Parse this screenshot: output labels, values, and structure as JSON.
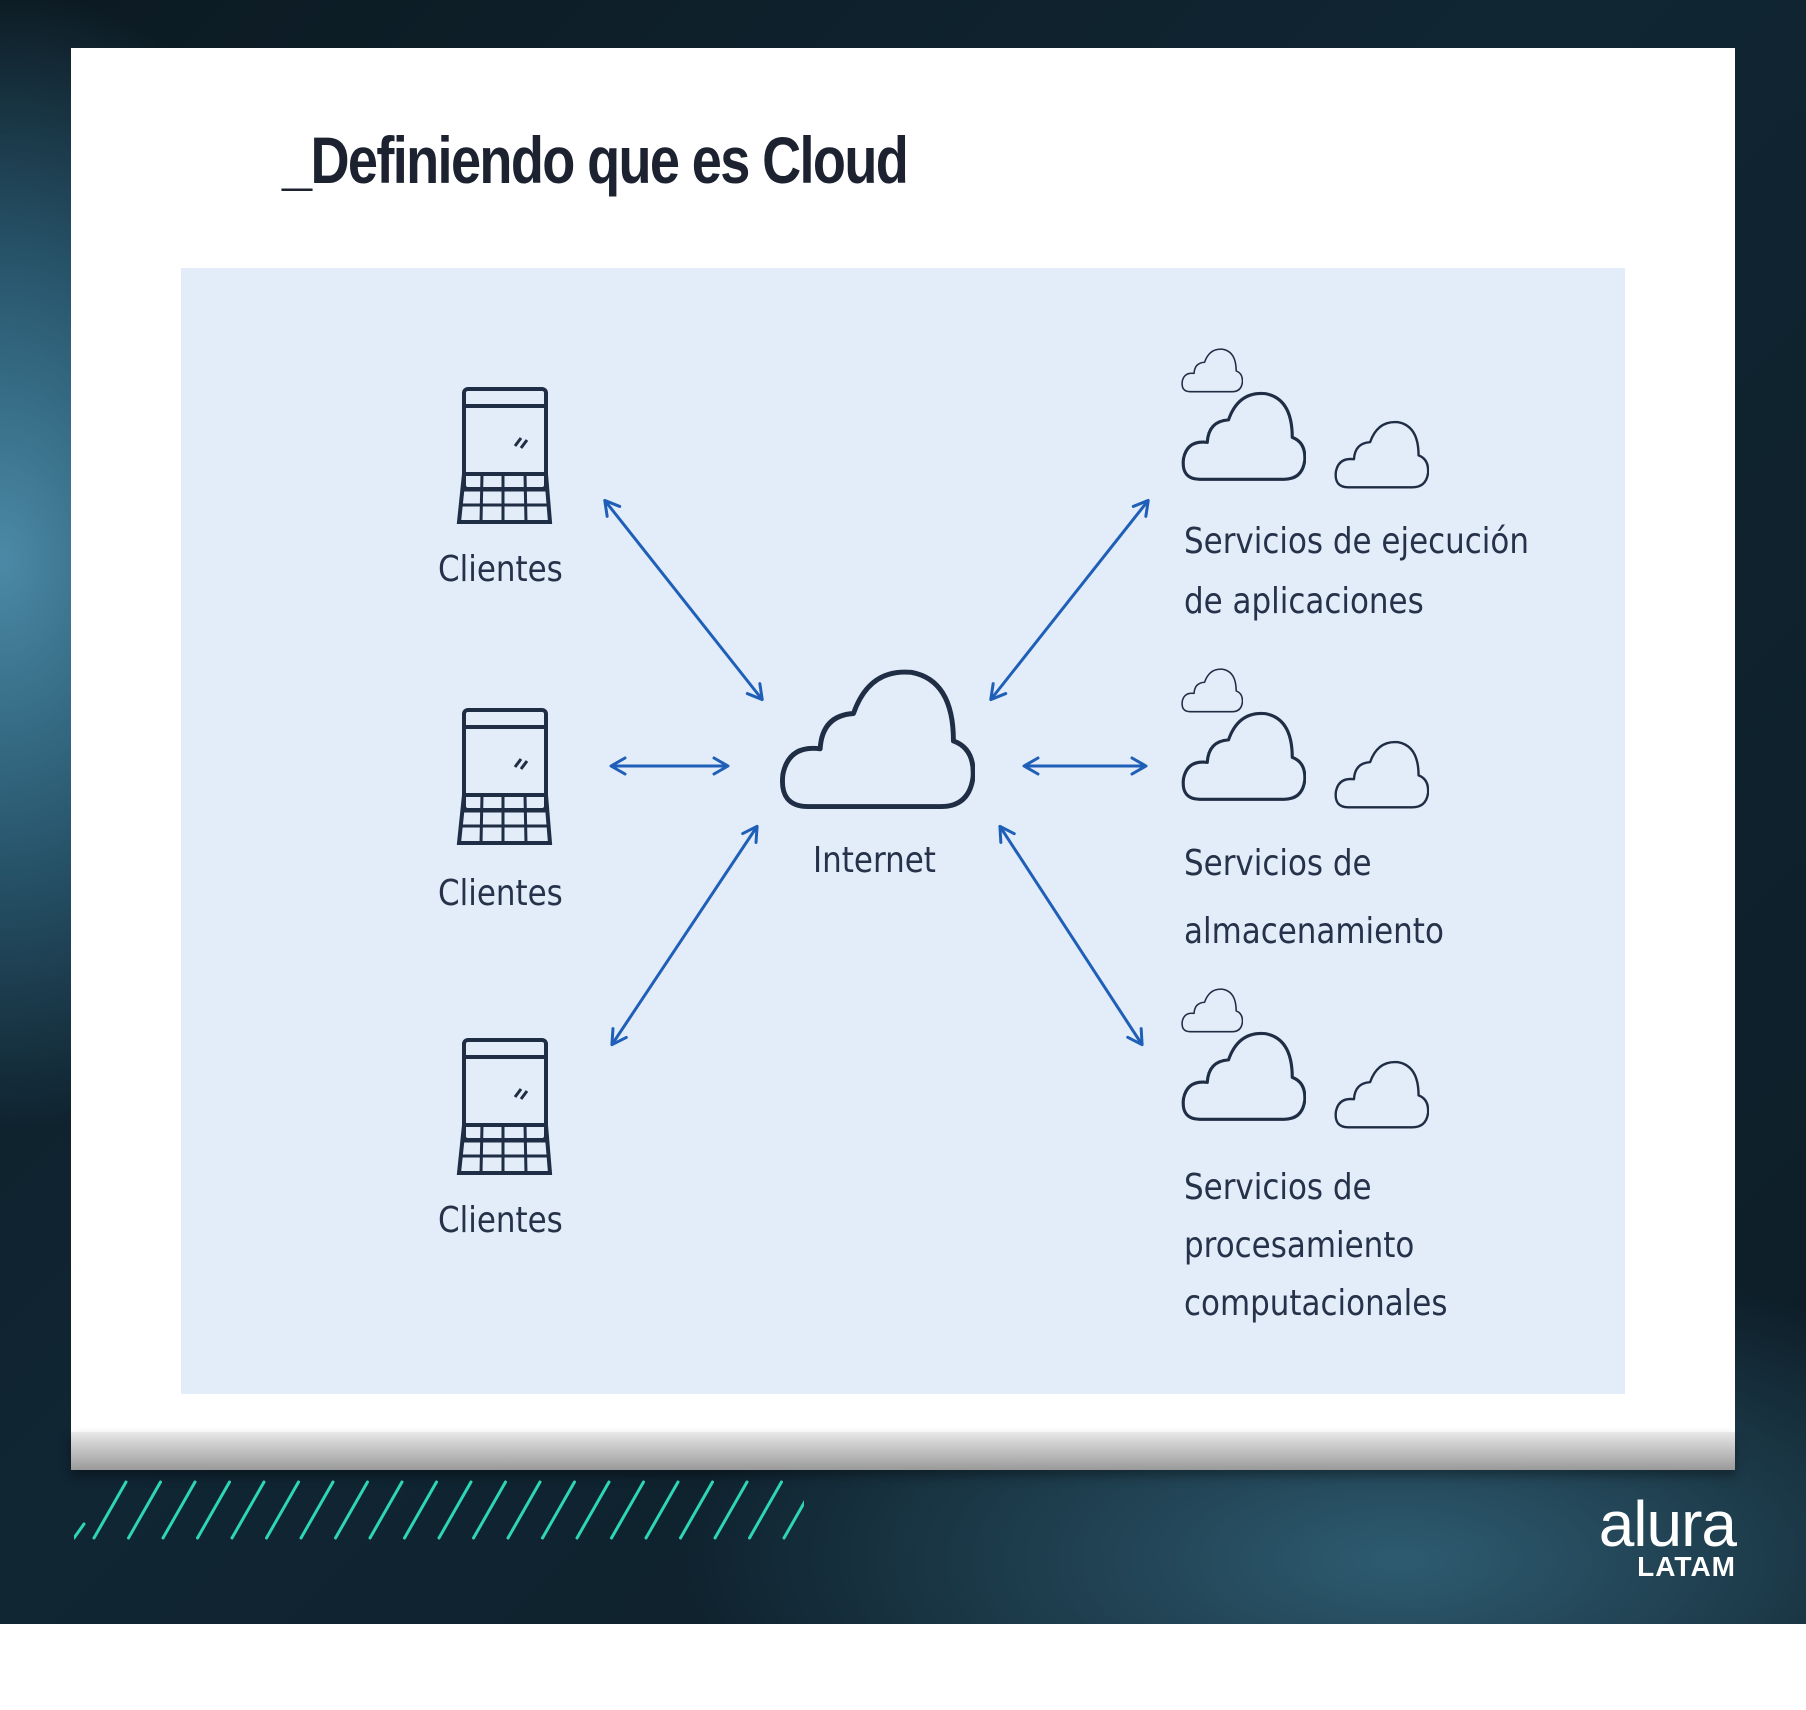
{
  "slide": {
    "title": "_Definiendo que es Cloud"
  },
  "diagram": {
    "center": {
      "label": "Internet",
      "icon": "cloud-icon"
    },
    "clients": [
      {
        "label": "Clientes",
        "icon": "laptop-icon"
      },
      {
        "label": "Clientes",
        "icon": "laptop-icon"
      },
      {
        "label": "Clientes",
        "icon": "laptop-icon"
      }
    ],
    "services": [
      {
        "lines": [
          "Servicios de ejecución",
          "de aplicaciones"
        ],
        "icon": "clouds-icon"
      },
      {
        "lines": [
          "Servicios de",
          "almacenamiento"
        ],
        "icon": "clouds-icon"
      },
      {
        "lines": [
          "Servicios de",
          "procesamiento",
          "computacionales"
        ],
        "icon": "clouds-icon"
      }
    ],
    "colors": {
      "background": "#e3edf9",
      "arrow": "#1f5fb8",
      "stroke": "#1f2d45"
    }
  },
  "brand": {
    "name": "alura",
    "sub": "LATAM",
    "stripe_color": "#2fd6b5"
  }
}
